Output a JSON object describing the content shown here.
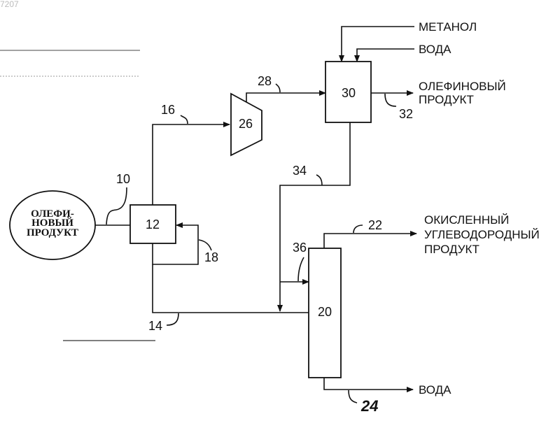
{
  "corner_mark": "7207",
  "source": {
    "lines": [
      "ОЛЕФИ-",
      "НОВЫЙ",
      "ПРОДУКТ"
    ]
  },
  "units": {
    "u12": "12",
    "u26": "26",
    "u30": "30",
    "u20": "20"
  },
  "streams": {
    "s10": "10",
    "s14": "14",
    "s16": "16",
    "s18": "18",
    "s22": "22",
    "s24": "24",
    "s28": "28",
    "s32": "32",
    "s34": "34",
    "s36": "36"
  },
  "labels": {
    "methanol": "МЕТАНОЛ",
    "water_in": "ВОДА",
    "olefin_product": [
      "ОЛЕФИНОВЫЙ",
      "ПРОДУКТ"
    ],
    "oxygenate_product": [
      "ОКИСЛЕННЫЙ",
      "УГЛЕВОДОРОДНЫЙ",
      "ПРОДУКТ"
    ],
    "water_out": "ВОДА"
  }
}
